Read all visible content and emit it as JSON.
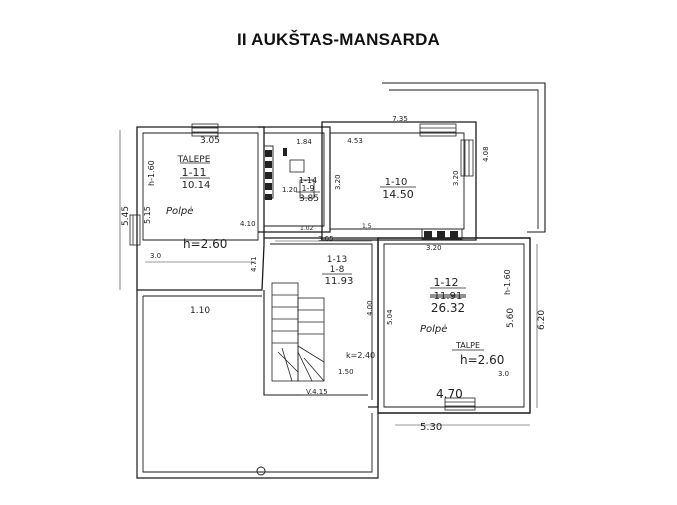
{
  "title": "II AUKŠTAS-MANSARDA",
  "rooms": [
    {
      "id": "1-11",
      "lines": [
        "TALEPE",
        "1-11",
        "10.14"
      ]
    },
    {
      "id": "1-10",
      "lines": [
        "1-10",
        "14.50"
      ]
    },
    {
      "id": "1-14",
      "lines": [
        "1-14",
        "1-9",
        "3.85"
      ]
    },
    {
      "id": "1-13",
      "lines": [
        "1-13",
        "1-8",
        "11.93"
      ]
    },
    {
      "id": "1-12",
      "lines": [
        "1-12",
        "11.91",
        "26.32"
      ]
    }
  ],
  "notes": {
    "polpe_left": "Polpė",
    "polpe_right": "Polpė",
    "talpe_right": "TALPE",
    "h_left": "h=2.60",
    "h_right": "h=2.60",
    "h_left_wall": "h-1.60",
    "h_right_wall": "h-1.60",
    "k_stair": "k=2.40"
  },
  "dimensions": {
    "d_3_05": "3.05",
    "d_7_35": "7.35",
    "d_1_84": "1.84",
    "d_4_53": "4.53",
    "d_4_08": "4.08",
    "d_3_20_a": "3.20",
    "d_3_20_b": "3.20",
    "d_1_20": "1.20",
    "d_5_45": "5.45",
    "d_5_15": "5.15",
    "d_3_0_left": "3.0",
    "d_3_0_right": "3.0",
    "d_4_10": "4.10",
    "d_1_10": "1.10",
    "d_1_02": "1.02",
    "d_3_65": "3.65",
    "d_1_5": "1.5",
    "d_3_20_c": "3.20",
    "d_4_71": "4.71",
    "d_4_00": "4.00",
    "d_5_04": "5.04",
    "d_5_60": "5.60",
    "d_6_20": "6.20",
    "d_1_50": "1.50",
    "d_v_4_15": "V.4.15",
    "d_4_70": "4.70",
    "d_5_30": "5.30"
  }
}
